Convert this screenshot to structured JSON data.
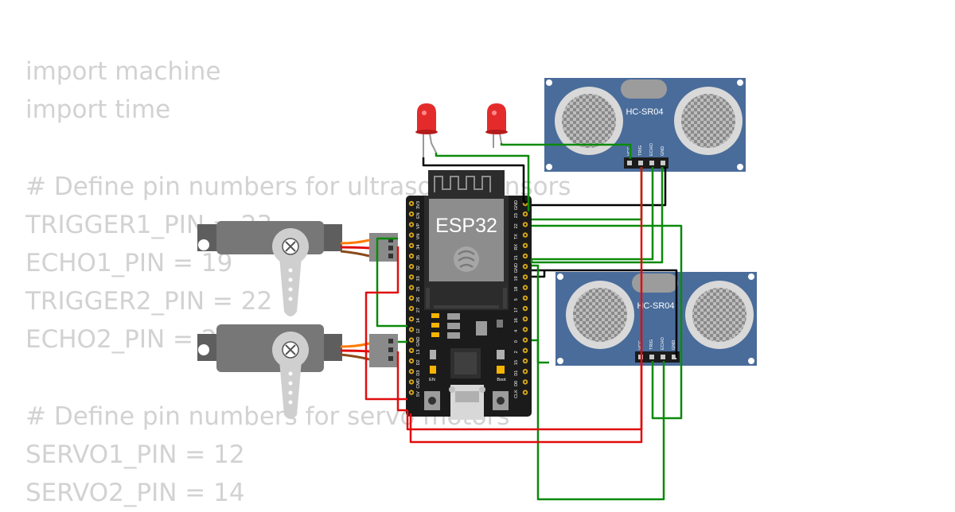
{
  "code": {
    "lines": [
      "import machine",
      "import time",
      "",
      "# Define pin numbers for ultrasonic sensors",
      "TRIGGER1_PIN = 23",
      "ECHO1_PIN = 19",
      "TRIGGER2_PIN = 22",
      "ECHO2_PIN = 21",
      "",
      "# Define pin numbers for servo motors",
      "SERVO1_PIN = 12",
      "SERVO2_PIN = 14"
    ]
  },
  "board": {
    "label": "ESP32",
    "left_pins": [
      "3V3",
      "EN",
      "VP",
      "VN",
      "34",
      "35",
      "32",
      "33",
      "25",
      "26",
      "27",
      "14",
      "12",
      "GND",
      "13",
      "D2",
      "D3",
      "CMD",
      "5V"
    ],
    "right_pins": [
      "GND",
      "23",
      "22",
      "TX",
      "RX",
      "21",
      "GND",
      "19",
      "18",
      "5",
      "17",
      "16",
      "4",
      "0",
      "2",
      "15",
      "D1",
      "D0",
      "CLK"
    ],
    "buttons": {
      "en": "EN",
      "boot": "Boot"
    }
  },
  "sensors": [
    {
      "label": "HC-SR04",
      "pins": [
        "VCC",
        "TRIG",
        "ECHO",
        "GND"
      ]
    },
    {
      "label": "HC-SR04",
      "pins": [
        "VCC",
        "TRIG",
        "ECHO",
        "GND"
      ]
    }
  ],
  "colors": {
    "code_text": "#d2d2d2",
    "board": "#1b1b1b",
    "sensor": "#4a6c9a",
    "led": "#e42b2b",
    "servo": "#6d6d6d",
    "wire_green": "#0a8a0a",
    "wire_red": "#e00d0d",
    "wire_black": "#000000"
  }
}
